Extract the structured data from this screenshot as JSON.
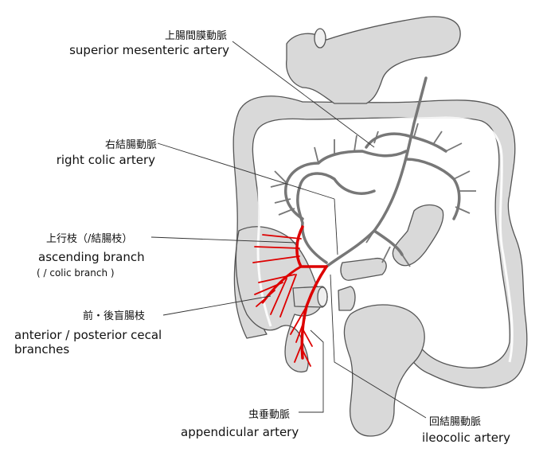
{
  "labels": {
    "sma_jp": "上腸間膜動脈",
    "sma_en": "superior mesenteric artery",
    "right_colic_jp": "右結腸動脈",
    "right_colic_en": "right colic artery",
    "ascending_jp": "上行枝（/結腸枝）",
    "ascending_en": "ascending branch",
    "ascending_en2": "( / colic branch )",
    "cecal_jp": "前・後盲腸枝",
    "cecal_en1": "anterior / posterior cecal",
    "cecal_en2": "branches",
    "appendicular_jp": "虫垂動脈",
    "appendicular_en": "appendicular artery",
    "ileocolic_jp": "回結腸動脈",
    "ileocolic_en": "ileocolic artery"
  },
  "colors": {
    "organ_fill": "#d9d9d9",
    "organ_stroke": "#555555",
    "artery": "#777777",
    "highlight_artery": "#dd0000",
    "leader_line": "#333333"
  }
}
